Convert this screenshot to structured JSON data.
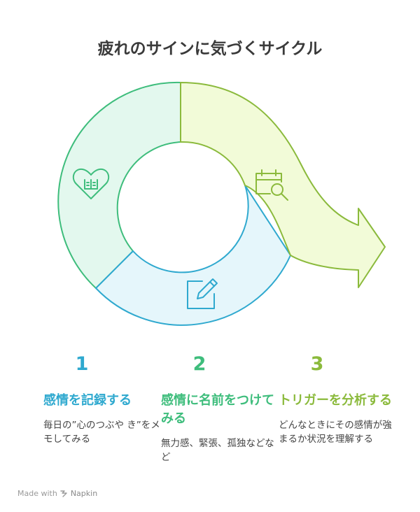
{
  "title": "疲れのサインに気づくサイクル",
  "icons": {
    "segment1": "heart-book-icon",
    "segment2": "pencil-edit-icon",
    "segment3": "calendar-search-icon"
  },
  "colors": {
    "step1": "#2fa9cf",
    "step2": "#3ebd7c",
    "step3": "#8bba3c"
  },
  "steps": [
    {
      "number": "1",
      "heading": "感情を記録する",
      "desc": "毎日の”心のつぶや き”をメモしてみる"
    },
    {
      "number": "2",
      "heading": "感情に名前をつけてみる",
      "desc": "無力感、緊張、孤独などなど"
    },
    {
      "number": "3",
      "heading": "トリガーを分析する",
      "desc": "どんなときにその感情が強まるか状況を理解する"
    }
  ],
  "footer": {
    "prefix": "Made with",
    "brand": "Napkin"
  }
}
